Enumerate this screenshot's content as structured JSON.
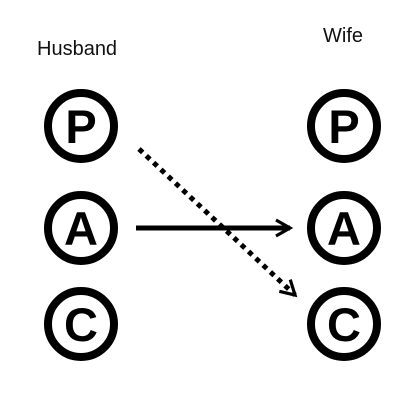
{
  "diagram": {
    "left_column_label": "Husband",
    "right_column_label": "Wife",
    "husband_states": [
      "P",
      "A",
      "C"
    ],
    "wife_states": [
      "P",
      "A",
      "C"
    ],
    "transactions": [
      {
        "from": "husband.P",
        "to": "wife.C",
        "line_style": "dotted"
      },
      {
        "from": "husband.A",
        "to": "wife.A",
        "line_style": "solid"
      }
    ]
  }
}
